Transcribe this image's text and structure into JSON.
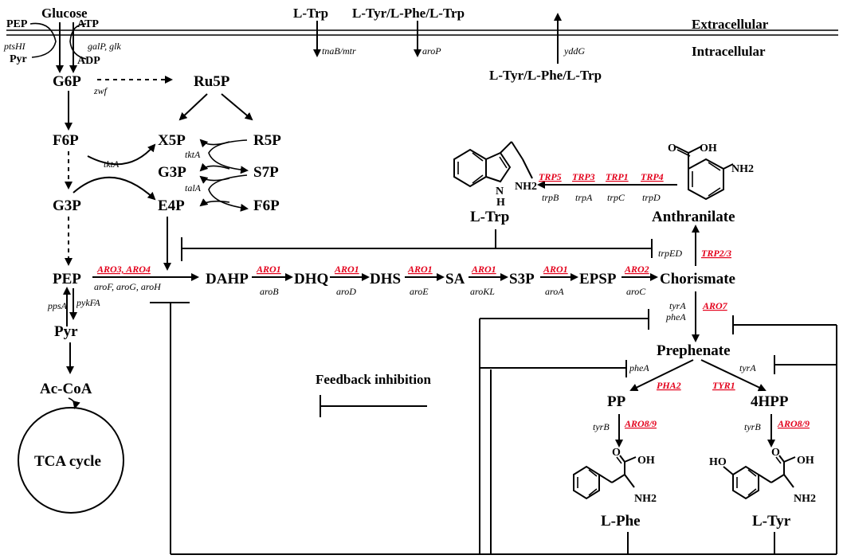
{
  "compartments": {
    "extracellular": "Extracellular",
    "intracellular": "Intracellular"
  },
  "metabolites": {
    "glucose": "Glucose",
    "pep_top": "PEP",
    "atp": "ATP",
    "pyr_top": "Pyr",
    "adp": "ADP",
    "g6p": "G6P",
    "ru5p": "Ru5P",
    "f6p": "F6P",
    "x5p": "X5P",
    "r5p": "R5P",
    "g3p_mid": "G3P",
    "s7p": "S7P",
    "e4p": "E4P",
    "f6p_right": "F6P",
    "g3p_left": "G3P",
    "pep": "PEP",
    "pyr": "Pyr",
    "acoa": "Ac-CoA",
    "tca": "TCA cycle",
    "dahp": "DAHP",
    "dhq": "DHQ",
    "dhs": "DHS",
    "sa": "SA",
    "s3p": "S3P",
    "epsp": "EPSP",
    "chorismate": "Chorismate",
    "anthranilate": "Anthranilate",
    "prephenate": "Prephenate",
    "pp": "PP",
    "hpp": "4HPP",
    "lphe": "L-Phe",
    "ltyr": "L-Tyr",
    "ltrp": "L-Trp",
    "ltrp_ext": "L-Trp",
    "aromatics_ext": "L-Tyr/L-Phe/L-Trp",
    "aromatics_int": "L-Tyr/L-Phe/L-Trp"
  },
  "genes": {
    "ptshi": "ptsHI",
    "galp": "galP, glk",
    "zwf": "zwf",
    "tkta1": "tktA",
    "tkta2": "tktA",
    "tala": "talA",
    "ppsa": "ppsA",
    "pykfa": "pykFA",
    "arofgh": "aroF, aroG, aroH",
    "arob": "aroB",
    "arod": "aroD",
    "aroe": "aroE",
    "arokl": "aroKL",
    "aroa": "aroA",
    "aroc": "aroC",
    "trped": "trpED",
    "trpb": "trpB",
    "trpa": "trpA",
    "trpc": "trpC",
    "trpd": "trpD",
    "tyra1": "tyrA",
    "phea1": "pheA",
    "phea2": "pheA",
    "tyra2": "tyrA",
    "tyrb1": "tyrB",
    "tyrb2": "tyrB",
    "tnab": "tnaB/mtr",
    "arop": "aroP",
    "yddg": "yddG"
  },
  "yeast_genes": {
    "aro34": "ARO3, ARO4",
    "aro1a": "ARO1",
    "aro1b": "ARO1",
    "aro1c": "ARO1",
    "aro1d": "ARO1",
    "aro1e": "ARO1",
    "aro2": "ARO2",
    "trp23": "TRP2/3",
    "trp5": "TRP5",
    "trp3": "TRP3",
    "trp1": "TRP1",
    "trp4": "TRP4",
    "aro7": "ARO7",
    "pha2": "PHA2",
    "tyr1": "TYR1",
    "aro89a": "ARO8/9",
    "aro89b": "ARO8/9"
  },
  "structure_atoms": {
    "oh_anth": "OH",
    "o_anth": "O",
    "nh2_anth": "NH2",
    "h_trp": "H",
    "n_trp": "N",
    "nh2_trp": "NH2",
    "oh_phe": "OH",
    "o_phe": "O",
    "nh2_phe": "NH2",
    "ho_tyr": "HO",
    "oh_tyr": "OH",
    "o_tyr": "O",
    "nh2_tyr": "NH2"
  },
  "legend": {
    "feedback": "Feedback inhibition"
  }
}
